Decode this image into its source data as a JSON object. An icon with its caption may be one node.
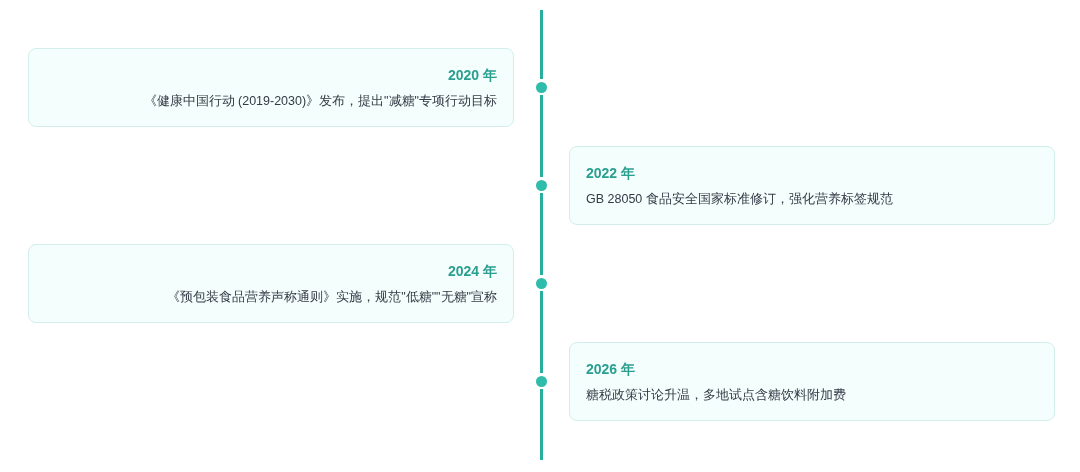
{
  "diagram": {
    "nodes": [
      {
        "text": [
          "2020 年",
          "《健康中国行动 (2019-2030)》发布，提出\"减糖\"专项行动目标"
        ]
      },
      {
        "text": [
          "2022 年",
          "GB 28050 食品安全国家标准修订，强化营养标签规范"
        ]
      },
      {
        "text": [
          "2024 年",
          "《预包装食品营养声称通则》实施，规范\"低糖\"\"无糖\"宣称"
        ]
      },
      {
        "text": [
          "2026 年",
          "糖税政策讨论升温，多地试点含糖饮料附加费"
        ]
      }
    ]
  }
}
